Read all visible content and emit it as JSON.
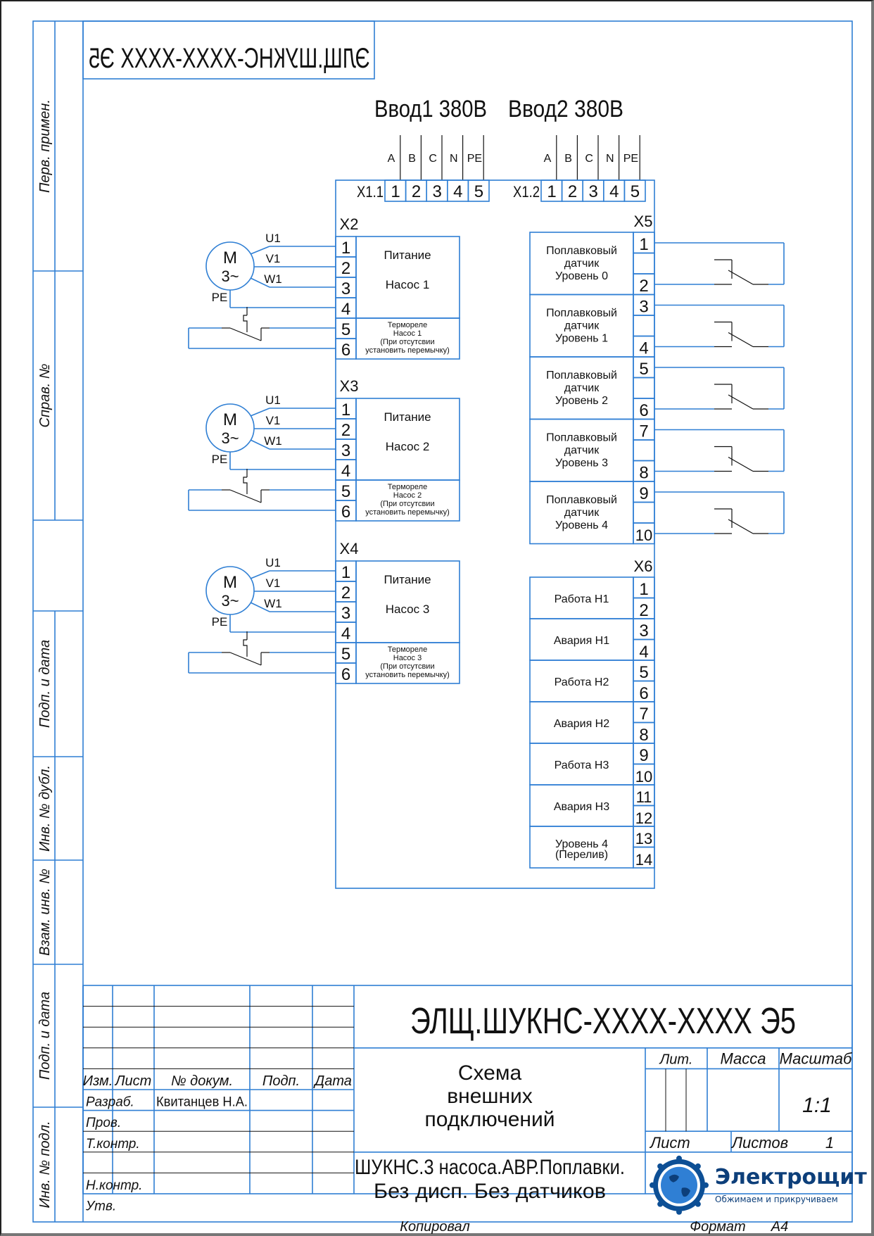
{
  "colors": {
    "line": "#2f7fd4",
    "ink": "#111111",
    "brand": "#0d3f7a",
    "brand_light": "#3a8fd8"
  },
  "stamp_mirrored": "ЭЛЩ.ШУКНС-XXXX-XXXX Э5",
  "inputs": {
    "input1_title": "Ввод1 380В",
    "input2_title": "Ввод2 380В",
    "x11_label": "X1.1",
    "x12_label": "X1.2",
    "phases": [
      "A",
      "B",
      "C",
      "N",
      "PE"
    ],
    "terminals": [
      "1",
      "2",
      "3",
      "4",
      "5"
    ]
  },
  "pumps": [
    {
      "connector": "X2",
      "power_label": "Питание",
      "pump_label": "Насос 1",
      "relay_lines": [
        "Термореле",
        "Насос 1",
        "(При отсутсвии",
        "установить перемычку)"
      ]
    },
    {
      "connector": "X3",
      "power_label": "Питание",
      "pump_label": "Насос 2",
      "relay_lines": [
        "Термореле",
        "Насос 2",
        "(При отсутсвии",
        "установить перемычку)"
      ]
    },
    {
      "connector": "X4",
      "power_label": "Питание",
      "pump_label": "Насос 3",
      "relay_lines": [
        "Термореле",
        "Насос 3",
        "(При отсутсвии",
        "установить перемычку)"
      ]
    }
  ],
  "motor": {
    "symbol_top": "M",
    "symbol_bottom": "3~",
    "wires": [
      "U1",
      "V1",
      "W1"
    ],
    "pe": "PE"
  },
  "terminal_numbers": [
    "1",
    "2",
    "3",
    "4",
    "5",
    "6"
  ],
  "x5": {
    "label": "X5",
    "sensors": [
      {
        "lines": [
          "Поплавковый",
          "датчик",
          "Уровень 0"
        ],
        "t1": "1",
        "t2": "2"
      },
      {
        "lines": [
          "Поплавковый",
          "датчик",
          "Уровень 1"
        ],
        "t1": "3",
        "t2": "4"
      },
      {
        "lines": [
          "Поплавковый",
          "датчик",
          "Уровень 2"
        ],
        "t1": "5",
        "t2": "6"
      },
      {
        "lines": [
          "Поплавковый",
          "датчик",
          "Уровень 3"
        ],
        "t1": "7",
        "t2": "8"
      },
      {
        "lines": [
          "Поплавковый",
          "датчик",
          "Уровень 4"
        ],
        "t1": "9",
        "t2": "10"
      }
    ]
  },
  "x6": {
    "label": "X6",
    "signals": [
      {
        "lines": [
          "Работа Н1"
        ],
        "t1": "1",
        "t2": "2"
      },
      {
        "lines": [
          "Авария Н1"
        ],
        "t1": "3",
        "t2": "4"
      },
      {
        "lines": [
          "Работа Н2"
        ],
        "t1": "5",
        "t2": "6"
      },
      {
        "lines": [
          "Авария Н2"
        ],
        "t1": "7",
        "t2": "8"
      },
      {
        "lines": [
          "Работа Н3"
        ],
        "t1": "9",
        "t2": "10"
      },
      {
        "lines": [
          "Авария Н3"
        ],
        "t1": "11",
        "t2": "12"
      },
      {
        "lines": [
          "Уровень 4",
          "(Перелив)"
        ],
        "t1": "13",
        "t2": "14"
      }
    ]
  },
  "side_strip": [
    "Перв. примен.",
    "Справ. №",
    "Подп. и дата",
    "Инв. № дубл.",
    "Взам. инв. №",
    "Подп. и дата",
    "Инв. № подл."
  ],
  "title_block": {
    "doc_code": "ЭЛЩ.ШУКНС-XXXX-XXXX Э5",
    "headers": [
      "Изм.",
      "Лист",
      "№ докум.",
      "Подп.",
      "Дата"
    ],
    "roles": [
      "Разраб.",
      "Пров.",
      "Т.контр.",
      "",
      "Н.контр.",
      "Утв."
    ],
    "developer": "Квитанцев Н.А.",
    "doc_title": [
      "Схема",
      "внешних",
      "подключений"
    ],
    "product": [
      "ШУКНС.3 насоса.АВР.Поплавки.",
      "Без дисп. Без датчиков"
    ],
    "lit": "Лит.",
    "mass": "Масса",
    "scale_label": "Масштаб",
    "scale": "1:1",
    "sheet": "Лист",
    "sheets": "Листов",
    "sheets_count": "1",
    "company": "Электрощит",
    "slogan": "Обжимаем и прикручиваем",
    "copied": "Копировал",
    "format_label": "Формат",
    "format": "А4"
  }
}
